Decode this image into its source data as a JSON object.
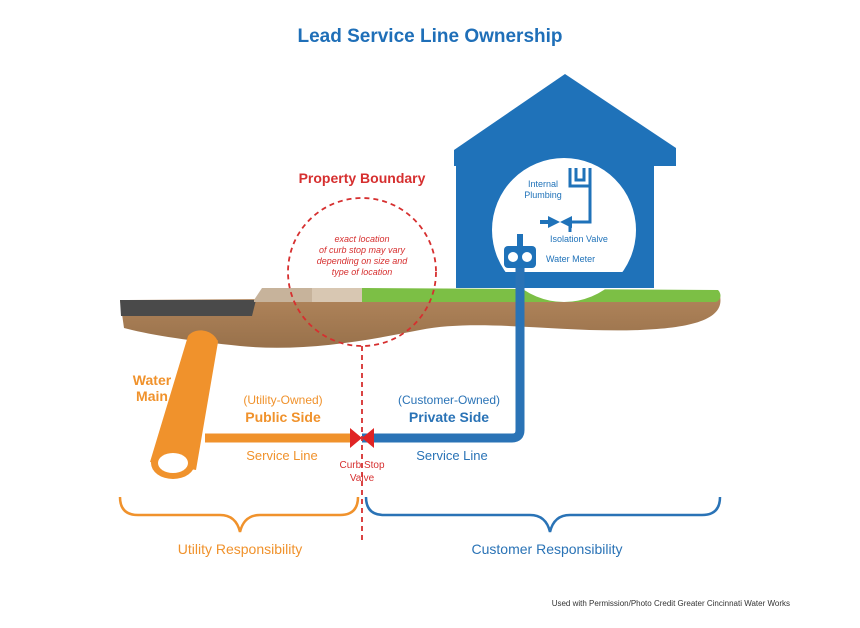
{
  "title": "Lead Service Line Ownership",
  "property_boundary": {
    "label": "Property Boundary",
    "note_lines": [
      "exact location",
      "of curb stop may vary",
      "depending on size and",
      "type of location"
    ]
  },
  "house": {
    "internal_plumbing": [
      "Internal",
      "Plumbing"
    ],
    "isolation_valve": "Isolation Valve",
    "water_meter": "Water Meter"
  },
  "utility_side": {
    "water_main": [
      "Water",
      "Main"
    ],
    "owned": "(Utility-Owned)",
    "side": "Public Side",
    "line": "Service Line",
    "responsibility": "Utility Responsibility"
  },
  "customer_side": {
    "owned": "(Customer-Owned)",
    "side": "Private Side",
    "line": "Service Line",
    "responsibility": "Customer Responsibility"
  },
  "curb_stop": [
    "Curb Stop",
    "Valve"
  ],
  "credit": "Used with Permission/Photo Credit Greater Cincinnati Water Works",
  "colors": {
    "title": "#1f6fb8",
    "utility": "#f0922c",
    "customer": "#2a73b6",
    "boundary": "#d62f2f",
    "grass": "#7cbf45",
    "soil": "#a57a52",
    "road": "#4a4a4a"
  }
}
